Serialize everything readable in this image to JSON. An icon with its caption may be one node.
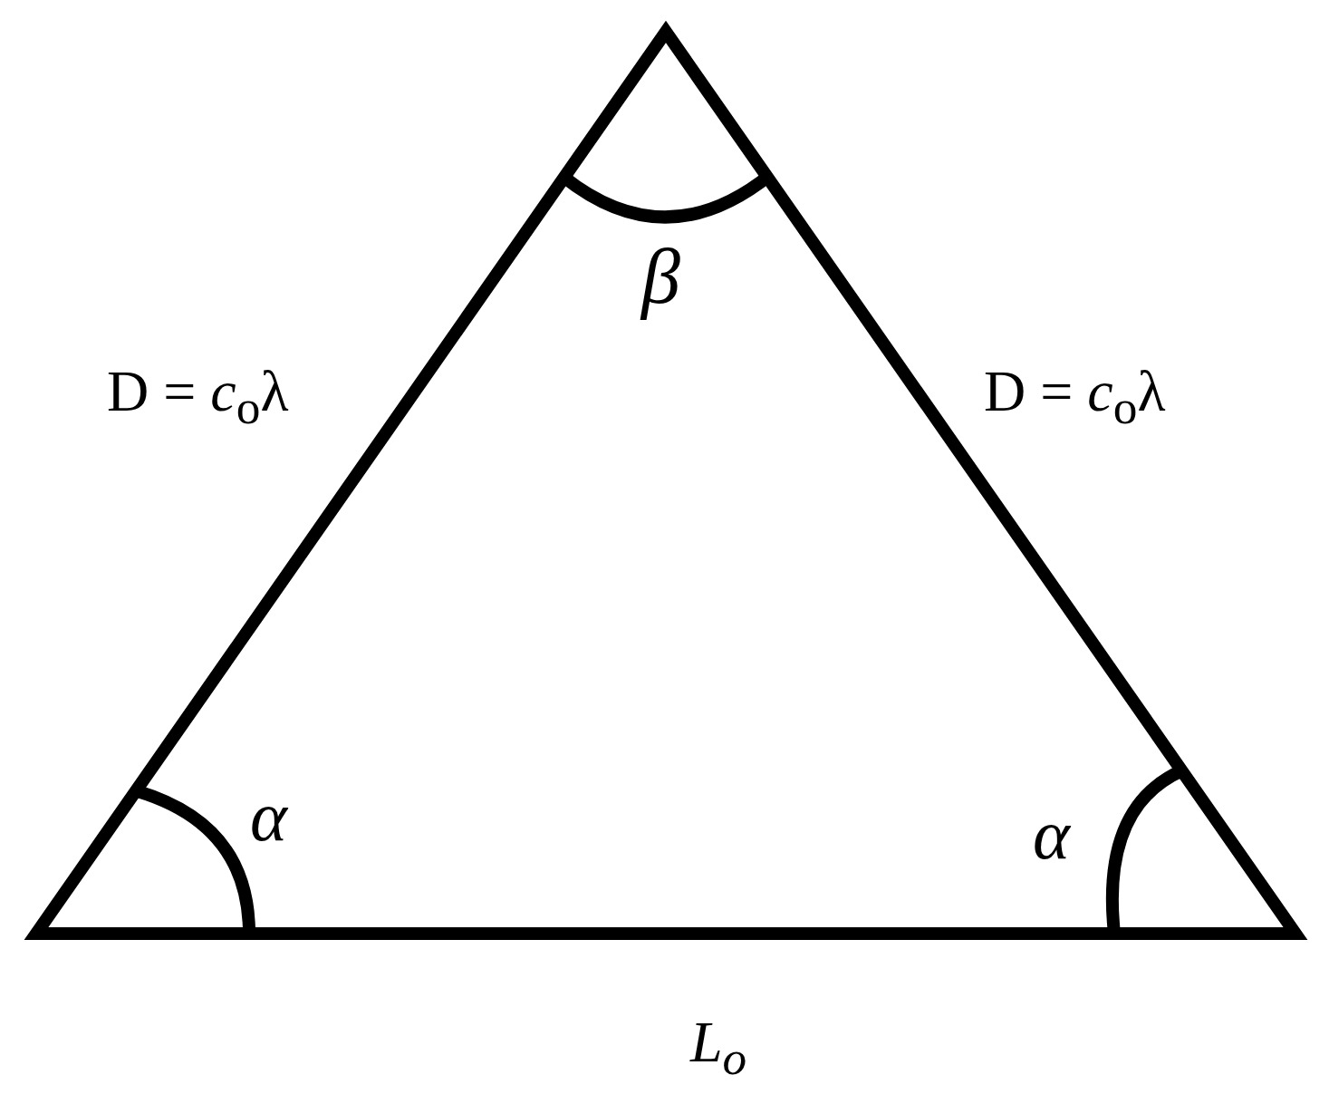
{
  "diagram": {
    "labels": [
      "β",
      "D = *c*$_{o}$λ",
      "D = *c*$_{o}$λ",
      "α",
      "α",
      "L$_{o}$"
    ]
  }
}
